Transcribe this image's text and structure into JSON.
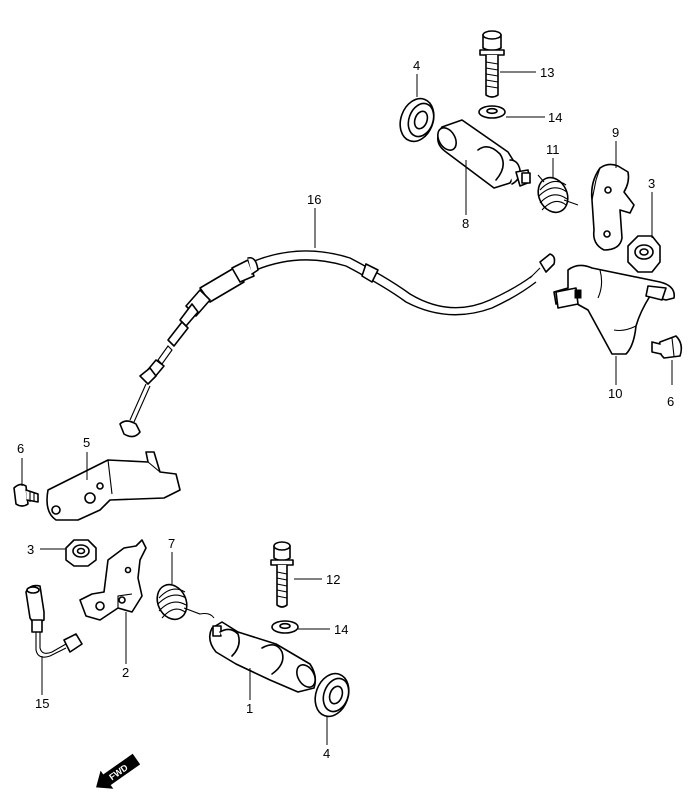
{
  "callouts": [
    {
      "id": "c1",
      "label": "1"
    },
    {
      "id": "c2",
      "label": "2"
    },
    {
      "id": "c3a",
      "label": "3"
    },
    {
      "id": "c3b",
      "label": "3"
    },
    {
      "id": "c4a",
      "label": "4"
    },
    {
      "id": "c4b",
      "label": "4"
    },
    {
      "id": "c5",
      "label": "5"
    },
    {
      "id": "c6a",
      "label": "6"
    },
    {
      "id": "c6b",
      "label": "6"
    },
    {
      "id": "c7",
      "label": "7"
    },
    {
      "id": "c8",
      "label": "8"
    },
    {
      "id": "c9",
      "label": "9"
    },
    {
      "id": "c10",
      "label": "10"
    },
    {
      "id": "c11",
      "label": "11"
    },
    {
      "id": "c12",
      "label": "12"
    },
    {
      "id": "c13",
      "label": "13"
    },
    {
      "id": "c14a",
      "label": "14"
    },
    {
      "id": "c14b",
      "label": "14"
    },
    {
      "id": "c15",
      "label": "15"
    },
    {
      "id": "c16",
      "label": "16"
    }
  ],
  "fwd_indicator": {
    "label": "FWD"
  }
}
